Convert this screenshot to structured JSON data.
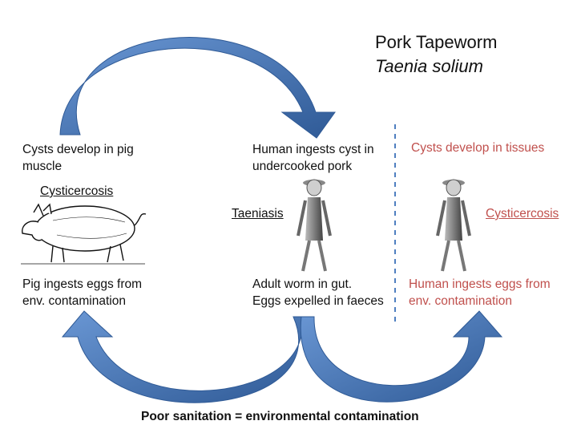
{
  "title": {
    "line1": "Pork Tapeworm",
    "line2": "Taenia solium"
  },
  "labels": {
    "pig_cysts": "Cysts develop in pig muscle",
    "pig_cysticercosis": "Cysticercosis",
    "pig_ingests": [
      "Pig ingests eggs from",
      "env. contamination"
    ],
    "human_ingests_cyst": [
      "Human ingests cyst in",
      "undercooked pork"
    ],
    "taeniasis": "Taeniasis",
    "adult_worm": [
      "Adult worm in gut.",
      "Eggs expelled in faeces"
    ],
    "cysts_tissues": "Cysts develop in tissues",
    "human_cysticercosis": "Cysticercosis",
    "human_ingests_eggs": [
      "Human ingests eggs from",
      "env. contamination"
    ],
    "bottom": "Poor sanitation = environmental contamination"
  },
  "colors": {
    "arrow": "#4f7fc0",
    "arrow_dark": "#2f5a96",
    "red_text": "#c0504d",
    "divider": "#4f7fc0"
  },
  "icons": {
    "pig": "pig-illustration-icon",
    "human": "human-figure-icon"
  }
}
